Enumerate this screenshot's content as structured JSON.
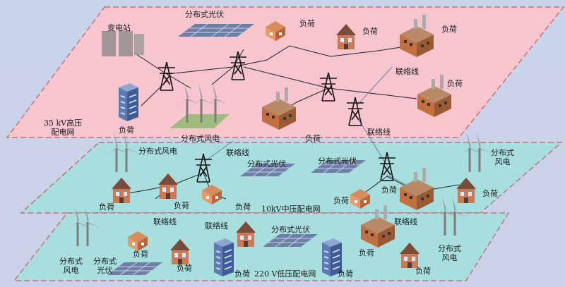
{
  "layers": {
    "top": {
      "name": "35 kV高压配电网",
      "line1": "35 kV高压",
      "line2": "配电网",
      "color": "#f6c5ce"
    },
    "middle": {
      "name": "10kV中压配电网",
      "color": "#a8dede"
    },
    "bottom": {
      "name": "220 V低压配电网",
      "color": "#a8dede"
    }
  },
  "labels": {
    "substation": "变电站",
    "pv": "分布式光伏",
    "wind": "分布式风电",
    "wind_line1": "分布式",
    "wind_line2": "风电",
    "pv_line1": "分布式",
    "pv_line2": "光伏",
    "load": "负荷",
    "tie_line": "联络线"
  }
}
